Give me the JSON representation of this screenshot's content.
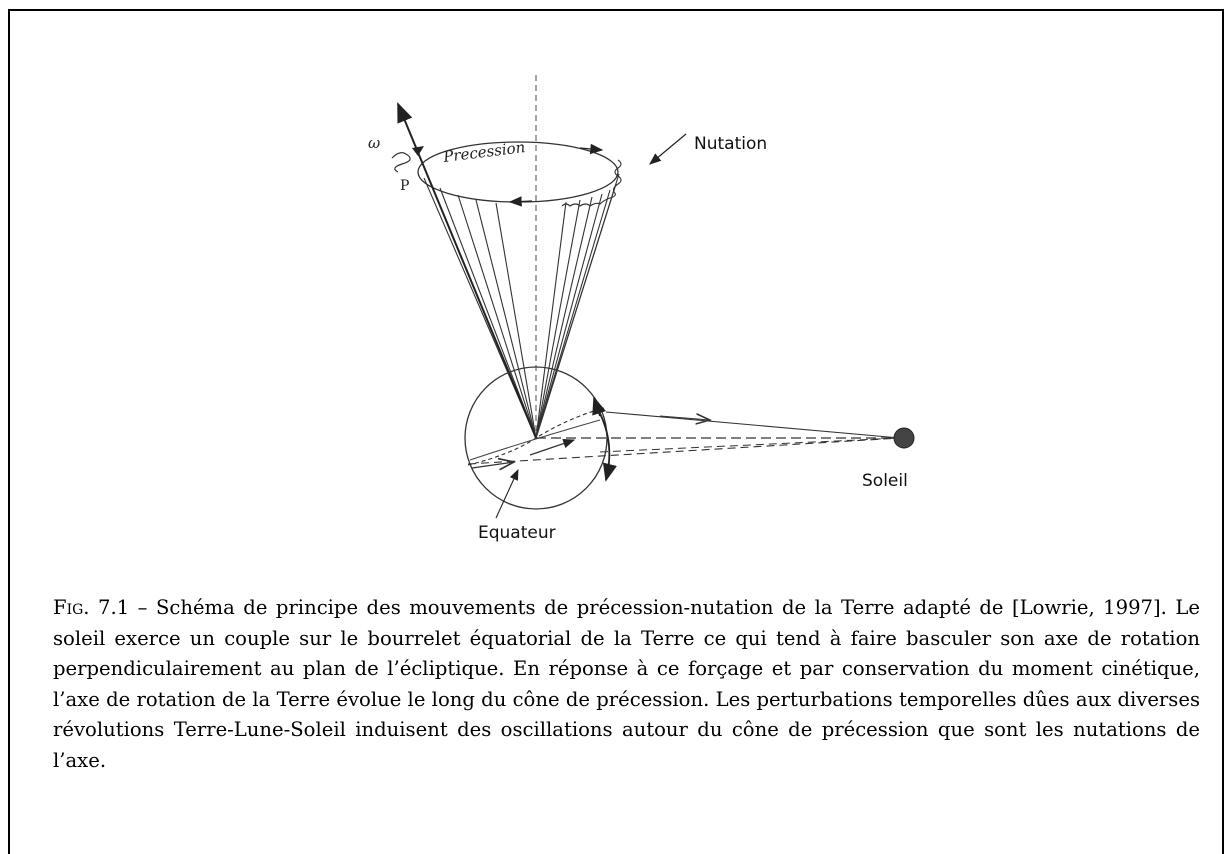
{
  "figure": {
    "labels": {
      "omega": "ω",
      "precession": "Precession",
      "nutation": "Nutation",
      "pole": "P",
      "equator": "Equateur",
      "sun": "Soleil"
    }
  },
  "caption": {
    "tag": "Fig. 7.1",
    "separator": " – ",
    "text": "Schéma de principe des mouvements de précession-nutation de la Terre adapté de [Lowrie, 1997]. Le soleil exerce un couple sur le bourrelet équatorial de la Terre ce qui tend à faire basculer son axe de rotation perpendiculairement au plan de l’écliptique. En réponse à ce forçage et par conservation du moment cinétique, l’axe de rotation de la Terre évolue le long du cône de précession. Les perturbations temporelles dûes aux diverses révolutions Terre-Lune-Soleil induisent des oscillations autour du cône de précession que sont les nutations de l’axe."
  }
}
